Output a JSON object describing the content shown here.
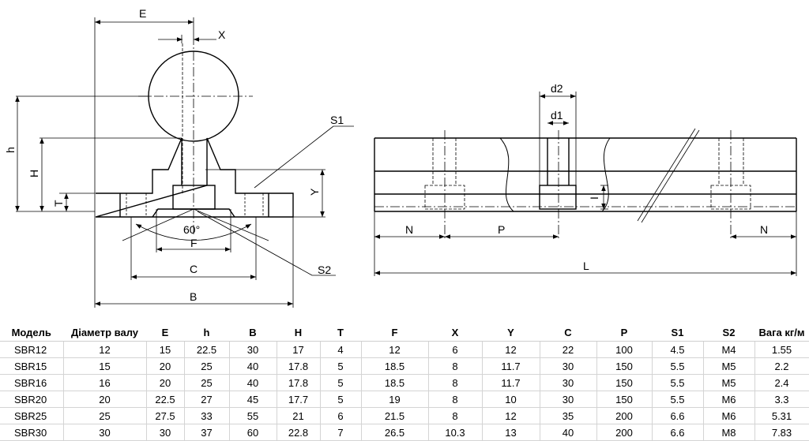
{
  "drawing": {
    "labels": {
      "E": "E",
      "X": "X",
      "h": "h",
      "H": "H",
      "T": "T",
      "Y": "Y",
      "S1": "S1",
      "S2": "S2",
      "angle": "60°",
      "F": "F",
      "C": "C",
      "B": "B",
      "d2": "d2",
      "d1": "d1",
      "I": "I",
      "N_left": "N",
      "P": "P",
      "N_right": "N",
      "L": "L"
    }
  },
  "table": {
    "headers": [
      "Модель",
      "Діаметр валу",
      "E",
      "h",
      "B",
      "H",
      "T",
      "F",
      "X",
      "Y",
      "C",
      "P",
      "S1",
      "S2",
      "Вага кг/м"
    ],
    "rows": [
      [
        "SBR12",
        "12",
        "15",
        "22.5",
        "30",
        "17",
        "4",
        "12",
        "6",
        "12",
        "22",
        "100",
        "4.5",
        "M4",
        "1.55"
      ],
      [
        "SBR15",
        "15",
        "20",
        "25",
        "40",
        "17.8",
        "5",
        "18.5",
        "8",
        "11.7",
        "30",
        "150",
        "5.5",
        "M5",
        "2.2"
      ],
      [
        "SBR16",
        "16",
        "20",
        "25",
        "40",
        "17.8",
        "5",
        "18.5",
        "8",
        "11.7",
        "30",
        "150",
        "5.5",
        "M5",
        "2.4"
      ],
      [
        "SBR20",
        "20",
        "22.5",
        "27",
        "45",
        "17.7",
        "5",
        "19",
        "8",
        "10",
        "30",
        "150",
        "5.5",
        "M6",
        "3.3"
      ],
      [
        "SBR25",
        "25",
        "27.5",
        "33",
        "55",
        "21",
        "6",
        "21.5",
        "8",
        "12",
        "35",
        "200",
        "6.6",
        "M6",
        "5.31"
      ],
      [
        "SBR30",
        "30",
        "30",
        "37",
        "60",
        "22.8",
        "7",
        "26.5",
        "10.3",
        "13",
        "40",
        "200",
        "6.6",
        "M8",
        "7.83"
      ]
    ]
  }
}
